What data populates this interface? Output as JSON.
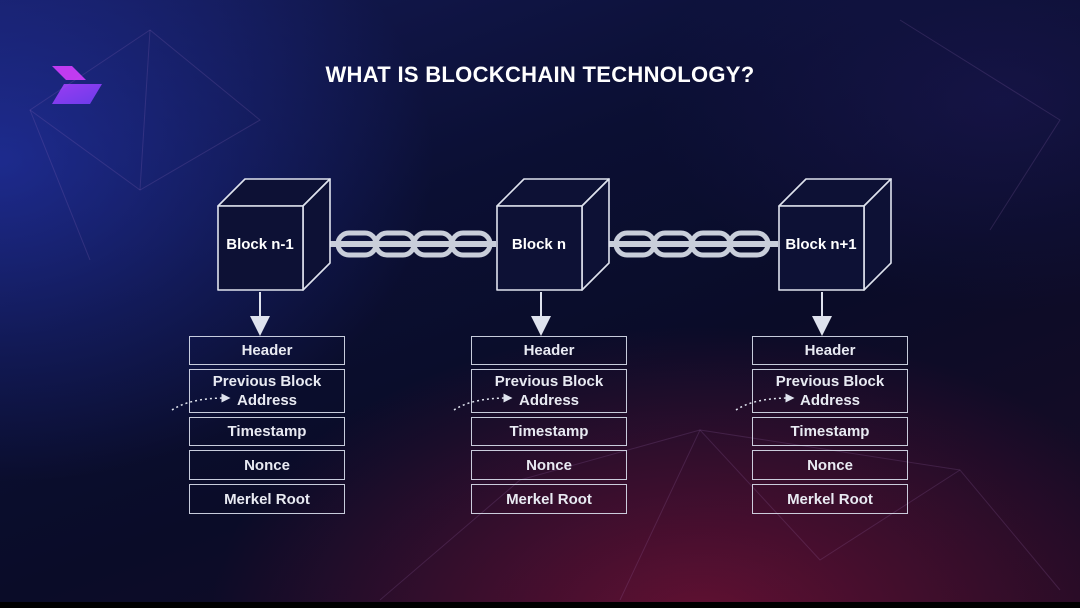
{
  "title": "WHAT IS BLOCKCHAIN TECHNOLOGY?",
  "logo": {
    "icon": "brand-logo-icon",
    "colors": [
      "#7b3df0",
      "#c23cf2"
    ]
  },
  "blocks": [
    {
      "label": "Block n-1"
    },
    {
      "label": "Block n"
    },
    {
      "label": "Block n+1"
    }
  ],
  "fields": {
    "header": "Header",
    "previous_block_address": "Previous Block Address",
    "timestamp": "Timestamp",
    "nonce": "Nonce",
    "merkle_root": "Merkel Root"
  },
  "colors": {
    "line": "#dfe3ee",
    "chain": "#c9ceda"
  }
}
